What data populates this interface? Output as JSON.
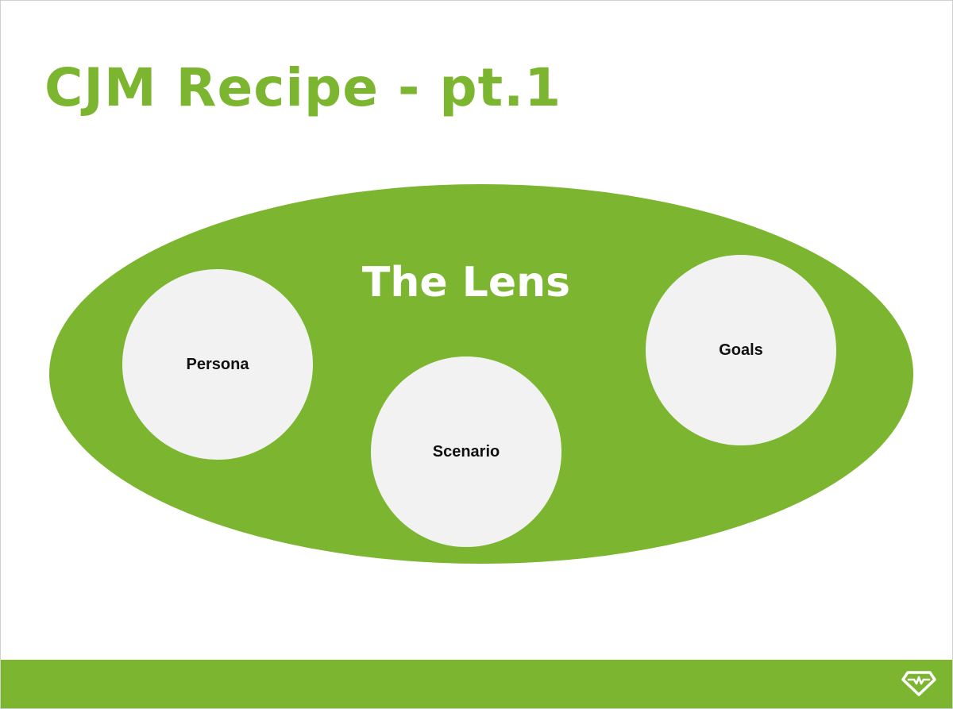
{
  "slide": {
    "title": "CJM Recipe - pt.1",
    "lens_label": "The Lens",
    "circles": [
      {
        "label": "Persona"
      },
      {
        "label": "Scenario"
      },
      {
        "label": "Goals"
      }
    ],
    "footer_logo_icon": "slideshare-gem-icon"
  },
  "colors": {
    "brand_green": "#7cb52f",
    "circle_fill": "#f2f2f2",
    "text_dark": "#111111",
    "text_light": "#ffffff"
  }
}
